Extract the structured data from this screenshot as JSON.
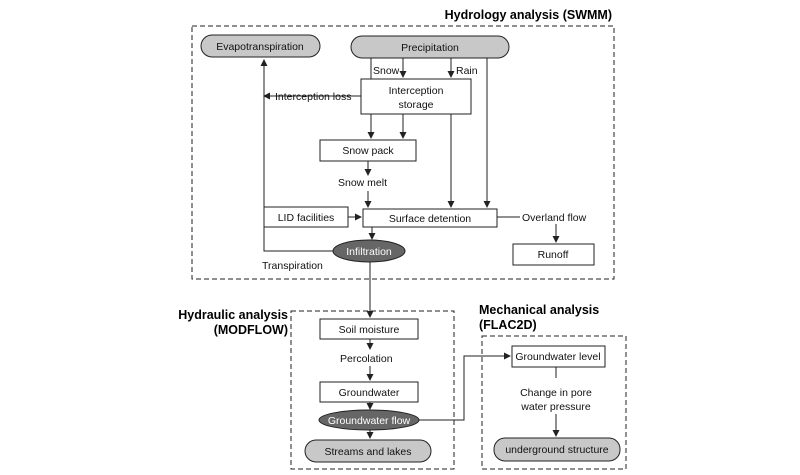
{
  "sections": {
    "hydrology": "Hydrology analysis (SWMM)",
    "hydraulic_line1": "Hydraulic analysis",
    "hydraulic_line2": "(MODFLOW)",
    "mechanical_line1": "Mechanical analysis",
    "mechanical_line2": "(FLAC2D)"
  },
  "nodes": {
    "evapotranspiration": "Evapotranspiration",
    "precipitation": "Precipitation",
    "interception_line1": "Interception",
    "interception_line2": "storage",
    "snow_pack": "Snow pack",
    "lid_facilities": "LID facilities",
    "surface_detention": "Surface detention",
    "runoff": "Runoff",
    "infiltration": "Infiltration",
    "soil_moisture": "Soil moisture",
    "groundwater": "Groundwater",
    "groundwater_flow": "Groundwater flow",
    "streams_lakes": "Streams and lakes",
    "groundwater_level": "Groundwater level",
    "underground_structure": "underground structure"
  },
  "edge_labels": {
    "snow": "Snow",
    "rain": "Rain",
    "interception_loss": "Interception loss",
    "snow_melt": "Snow melt",
    "overland_flow": "Overland flow",
    "transpiration": "Transpiration",
    "percolation": "Percolation",
    "pore_line1": "Change in pore",
    "pore_line2": "water pressure"
  }
}
